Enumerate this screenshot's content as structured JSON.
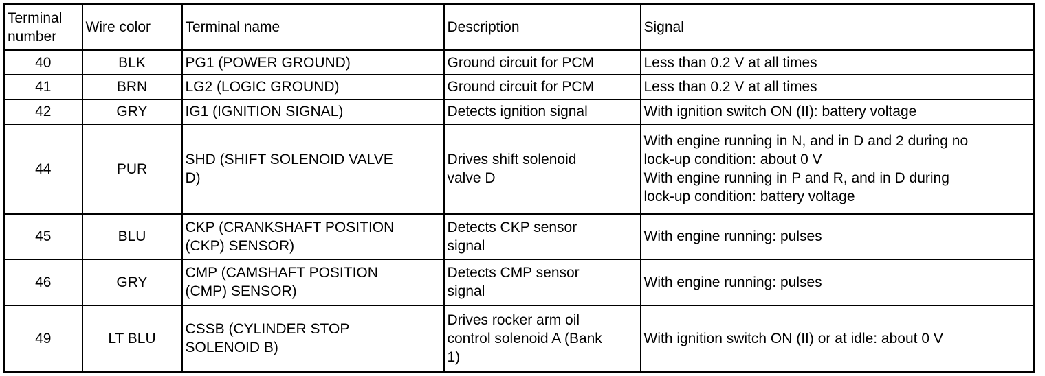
{
  "colors": {
    "border": "#000000",
    "text": "#000000",
    "background": "#ffffff"
  },
  "table": {
    "headers": {
      "terminal_number": "Terminal number",
      "wire_color": "Wire color",
      "terminal_name": "Terminal name",
      "description": "Description",
      "signal": "Signal"
    },
    "rows": [
      {
        "terminal_number": "40",
        "wire_color": "BLK",
        "terminal_name": "PG1 (POWER GROUND)",
        "description": "Ground circuit for PCM",
        "signal": "Less than 0.2 V at all times"
      },
      {
        "terminal_number": "41",
        "wire_color": "BRN",
        "terminal_name": "LG2 (LOGIC GROUND)",
        "description": "Ground circuit for PCM",
        "signal": "Less than 0.2 V at all times"
      },
      {
        "terminal_number": "42",
        "wire_color": "GRY",
        "terminal_name": "IG1 (IGNITION SIGNAL)",
        "description": "Detects ignition signal",
        "signal": "With ignition switch ON (II): battery voltage"
      },
      {
        "terminal_number": "44",
        "wire_color": "PUR",
        "terminal_name": "SHD (SHIFT SOLENOID VALVE\nD)",
        "description": "Drives shift solenoid\nvalve D",
        "signal": "With engine running in N, and in D and 2 during no\nlock-up condition: about 0 V\nWith engine running in P and R, and in D during\nlock-up condition: battery voltage"
      },
      {
        "terminal_number": "45",
        "wire_color": "BLU",
        "terminal_name": "CKP (CRANKSHAFT POSITION\n(CKP) SENSOR)",
        "description": "Detects CKP sensor\nsignal",
        "signal": "With engine running: pulses"
      },
      {
        "terminal_number": "46",
        "wire_color": "GRY",
        "terminal_name": "CMP (CAMSHAFT POSITION\n(CMP) SENSOR)",
        "description": "Detects CMP sensor\nsignal",
        "signal": "With engine running: pulses"
      },
      {
        "terminal_number": "49",
        "wire_color": "LT BLU",
        "terminal_name": "CSSB (CYLINDER STOP\nSOLENOID B)",
        "description": "Drives rocker arm oil\ncontrol solenoid A (Bank\n1)",
        "signal": "With ignition switch ON (II) or at idle: about 0 V"
      }
    ]
  }
}
